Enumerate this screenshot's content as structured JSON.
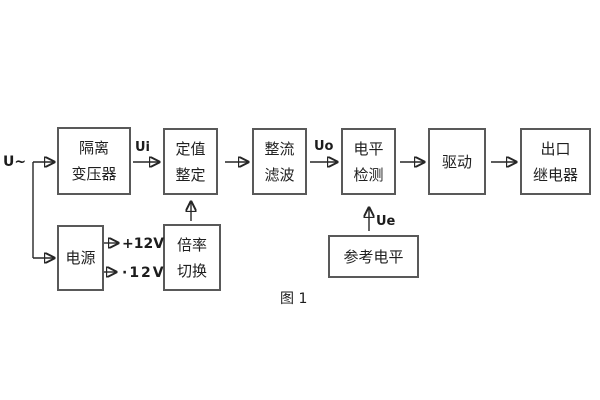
{
  "figure": {
    "caption": "图 1",
    "input_label": "U~",
    "signal_labels": {
      "ui": "Ui",
      "uo": "Uo",
      "ue": "Ue"
    },
    "power_outputs": {
      "pos": "+12V",
      "neg": "·12V"
    },
    "blocks": {
      "isolation_transformer": {
        "line1": "隔离",
        "line2": "变压器"
      },
      "setpoint_adjust": {
        "line1": "定值",
        "line2": "整定"
      },
      "rectifier_filter": {
        "line1": "整流",
        "line2": "滤波"
      },
      "level_detector": {
        "line1": "电平",
        "line2": "检测"
      },
      "driver": {
        "line1": "驱动"
      },
      "output_relay": {
        "line1": "出口",
        "line2": "继电器"
      },
      "power_supply": {
        "line1": "电源"
      },
      "ratio_switch": {
        "line1": "倍率",
        "line2": "切换"
      },
      "reference_level": {
        "line1": "参考电平"
      }
    },
    "colors": {
      "background": "#ffffff",
      "box_border": "#595959",
      "wire": "#262626",
      "text": "#1f1f1f"
    }
  }
}
